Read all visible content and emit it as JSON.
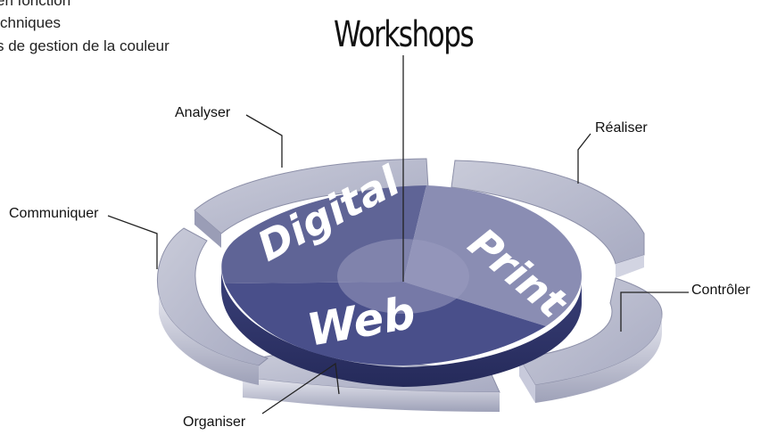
{
  "background_text": [
    "en fonction",
    "chniques",
    "s de gestion de la couleur"
  ],
  "title": "Workshops",
  "segments": [
    "Digital",
    "Print",
    "Web"
  ],
  "ring_labels": {
    "analyser": "Analyser",
    "realiser": "Réaliser",
    "communiquer": "Communiquer",
    "controler": "Contrôler",
    "organiser": "Organiser"
  },
  "colors": {
    "digital": "#5f6496",
    "print": "#8a8db3",
    "web": "#494f8a",
    "ring": "#b9bccd",
    "ring_light": "#d8dae6",
    "center": "#7e82ab"
  }
}
